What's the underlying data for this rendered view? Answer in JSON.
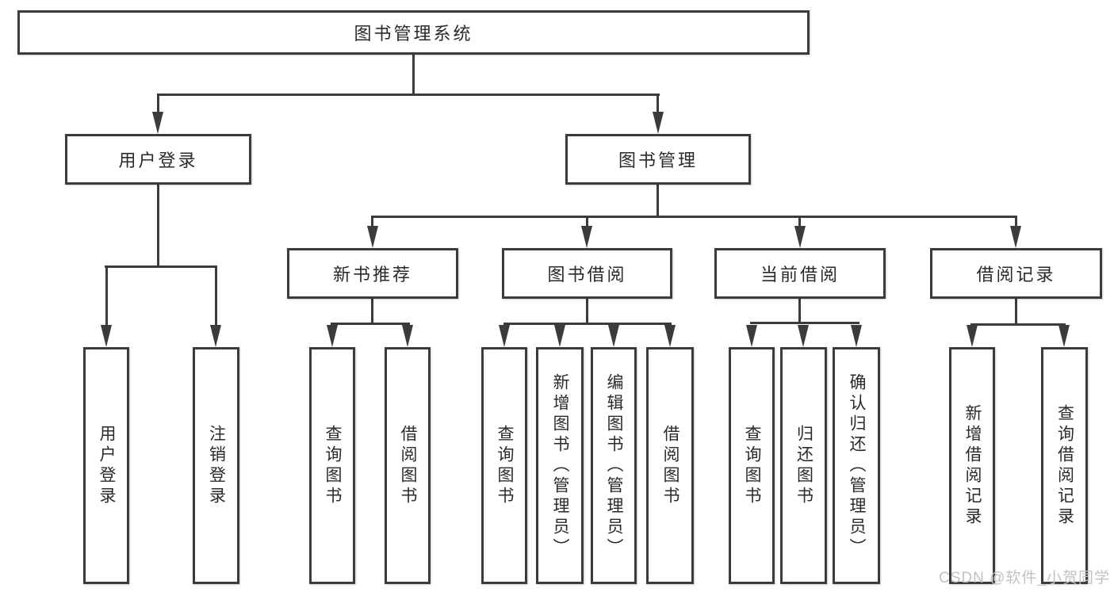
{
  "diagram_type": "function-structure-tree",
  "colors": {
    "line": "#3b3b3b",
    "border": "#3b3b3b",
    "text": "#2a2a2a",
    "background": "#ffffff",
    "watermark_text_color": "#c2c2c2"
  },
  "tree": {
    "label": "图书管理系统",
    "children": [
      {
        "label": "用户登录",
        "children": [
          {
            "label": "用户登录"
          },
          {
            "label": "注销登录"
          }
        ]
      },
      {
        "label": "图书管理",
        "children": [
          {
            "label": "新书推荐",
            "children": [
              {
                "label": "查询图书"
              },
              {
                "label": "借阅图书"
              }
            ]
          },
          {
            "label": "图书借阅",
            "children": [
              {
                "label": "查询图书"
              },
              {
                "label": "新增图书（管理员）"
              },
              {
                "label": "编辑图书（管理员）"
              },
              {
                "label": "借阅图书"
              }
            ]
          },
          {
            "label": "当前借阅",
            "children": [
              {
                "label": "查询图书"
              },
              {
                "label": "归还图书"
              },
              {
                "label": "确认归还（管理员）"
              }
            ]
          },
          {
            "label": "借阅记录",
            "children": [
              {
                "label": "新增借阅记录"
              },
              {
                "label": "查询借阅记录"
              }
            ]
          }
        ]
      }
    ]
  },
  "watermark": {
    "text": "CSDN @软件_小贺同学"
  }
}
